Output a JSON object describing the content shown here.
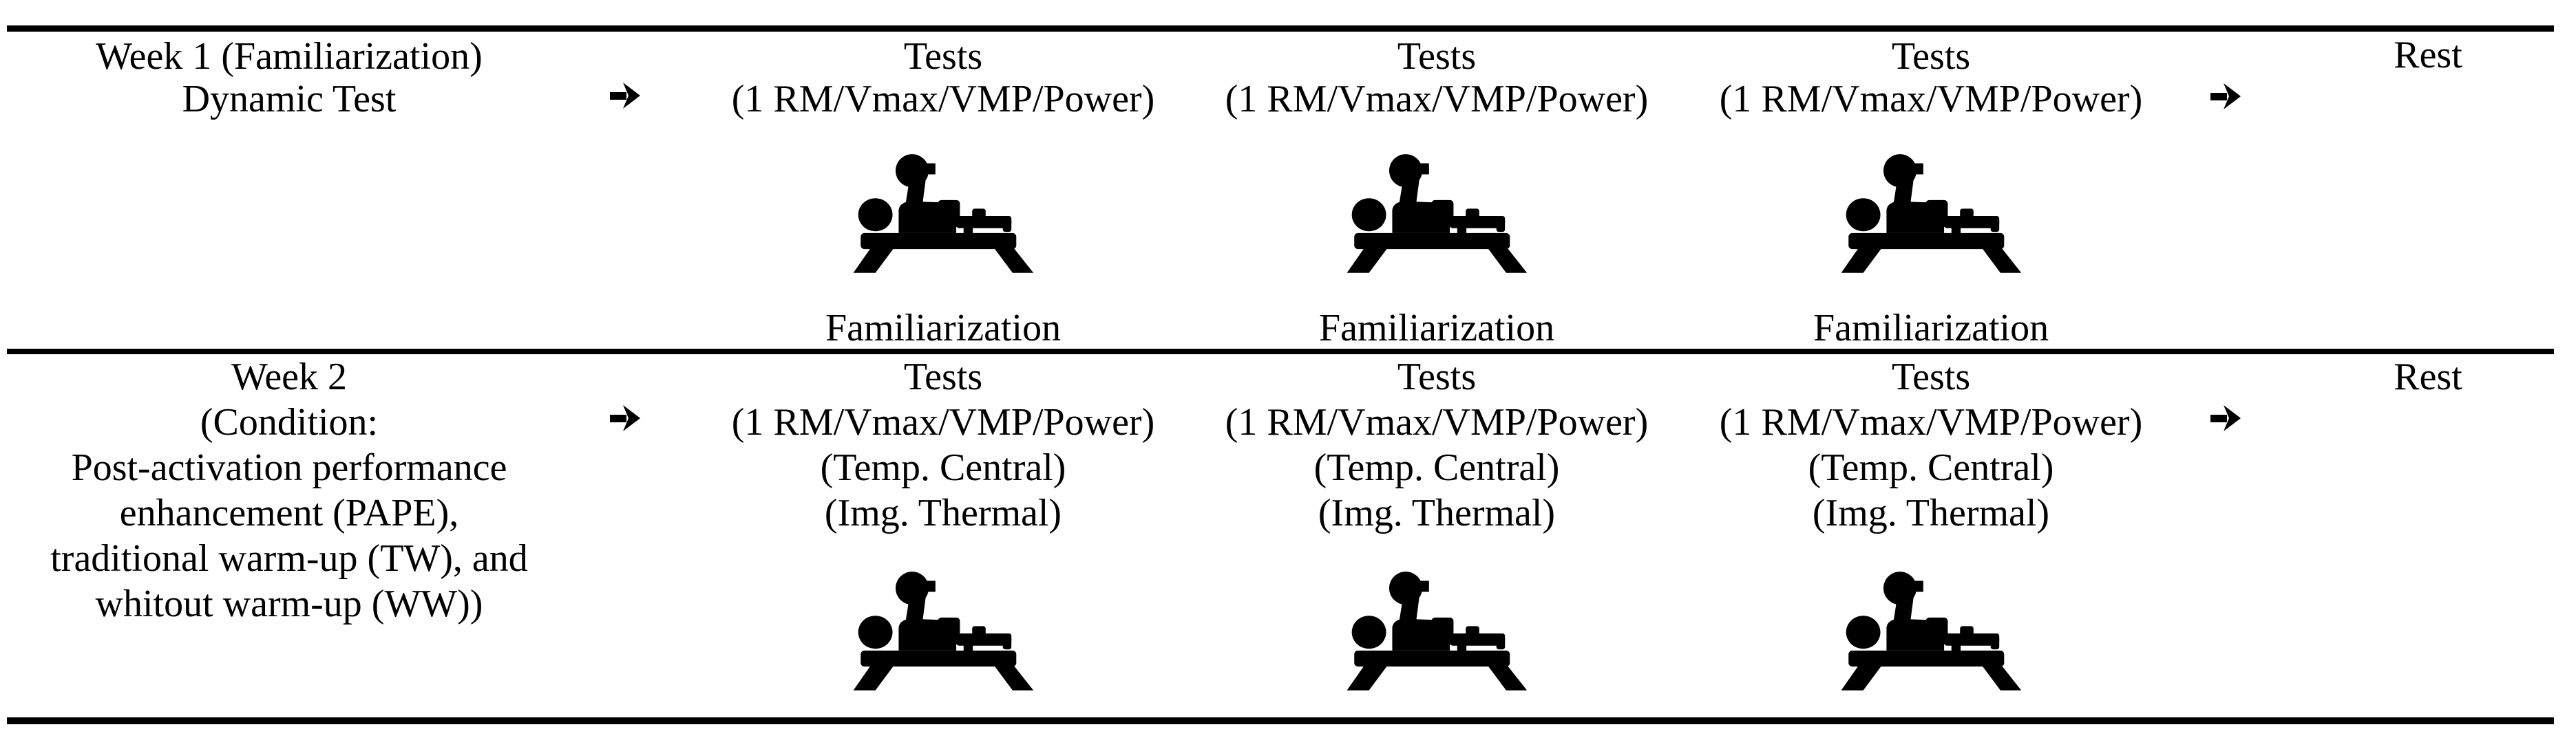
{
  "colors": {
    "foreground": "#000000",
    "background": "#ffffff",
    "border": "#000000"
  },
  "icons": {
    "bench_press": "bench-press pictogram (athlete lying on bench pressing barbell)",
    "arrow": "heavy right arrow"
  },
  "rows": [
    {
      "week_lines": [
        "Week 1 (Familiarization)",
        "Dynamic Test"
      ],
      "sessions": [
        {
          "title": "Tests",
          "details": [
            "(1 RM/Vmax/VMP/Power)"
          ],
          "caption": "Familiarization"
        },
        {
          "title": "Tests",
          "details": [
            "(1 RM/Vmax/VMP/Power)"
          ],
          "caption": "Familiarization"
        },
        {
          "title": "Tests",
          "details": [
            "(1 RM/Vmax/VMP/Power)"
          ],
          "caption": "Familiarization"
        }
      ],
      "rest": "Rest"
    },
    {
      "week_lines": [
        "Week 2",
        "(Condition:",
        "Post-activation performance",
        "enhancement (PAPE),",
        "traditional warm-up (TW), and",
        "whitout warm-up (WW))"
      ],
      "sessions": [
        {
          "title": "Tests",
          "details": [
            "(1 RM/Vmax/VMP/Power)",
            "(Temp. Central)",
            "(Img. Thermal)"
          ]
        },
        {
          "title": "Tests",
          "details": [
            "(1 RM/Vmax/VMP/Power)",
            "(Temp. Central)",
            "(Img. Thermal)"
          ]
        },
        {
          "title": "Tests",
          "details": [
            "(1 RM/Vmax/VMP/Power)",
            "(Temp. Central)",
            "(Img. Thermal)"
          ]
        }
      ],
      "rest": "Rest"
    }
  ]
}
